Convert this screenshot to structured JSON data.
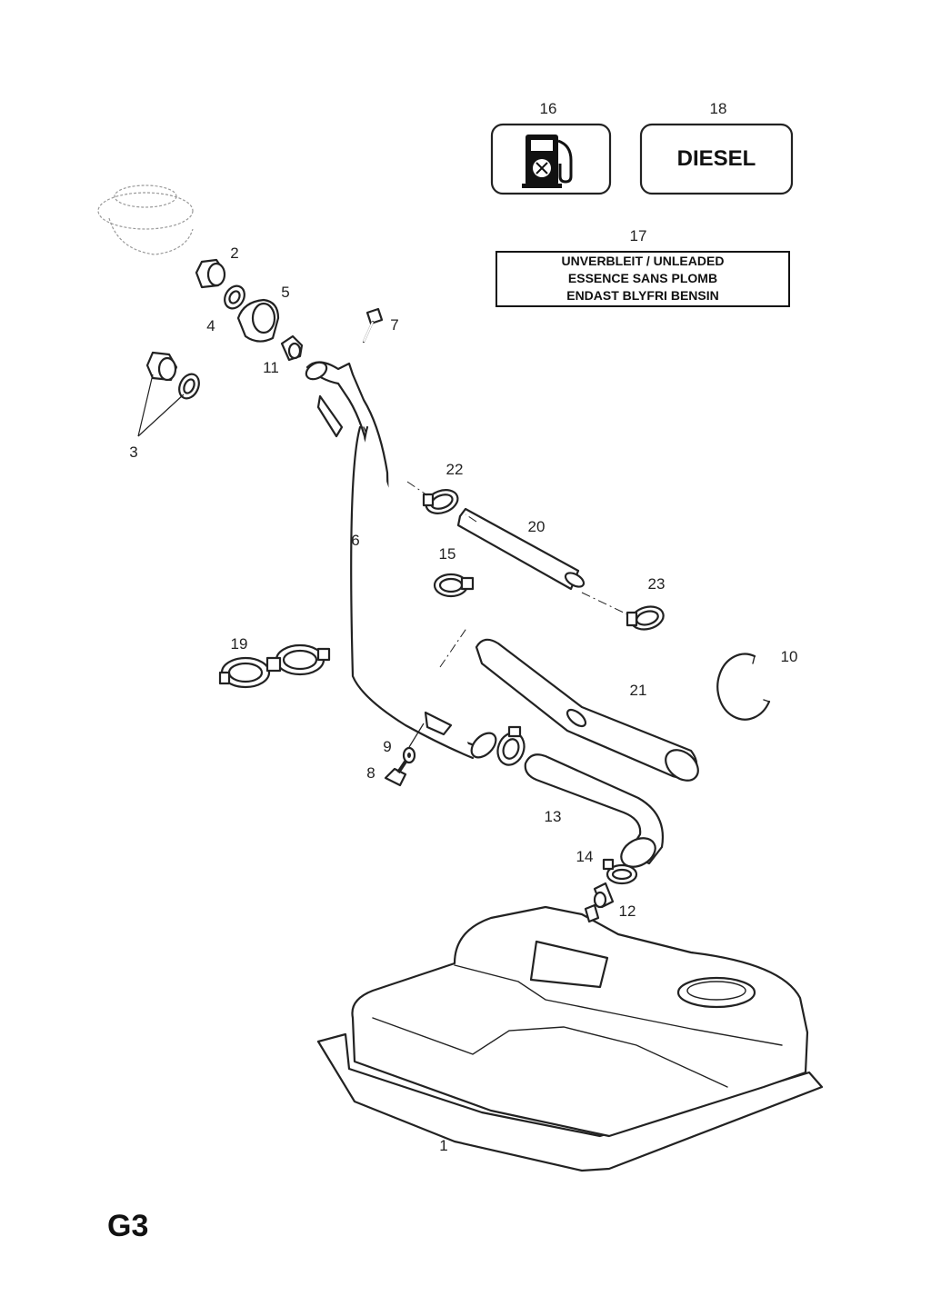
{
  "page_code": "G3",
  "decals": {
    "diesel_label": "DIESEL",
    "unleaded_lines": [
      "UNVERBLEIT / UNLEADED",
      "ESSENCE SANS PLOMB",
      "ENDAST BLYFRI BENSIN"
    ]
  },
  "callouts": {
    "c1": "1",
    "c2": "2",
    "c3": "3",
    "c4": "4",
    "c5": "5",
    "c6": "6",
    "c7": "7",
    "c8": "8",
    "c9": "9",
    "c10": "10",
    "c11": "11",
    "c12": "12",
    "c13": "13",
    "c14": "14",
    "c15": "15",
    "c16": "16",
    "c17": "17",
    "c18": "18",
    "c19": "19",
    "c20": "20",
    "c21": "21",
    "c22": "22",
    "c23": "23"
  },
  "icons": {
    "fuel_pump_decal": "fuel-pump-icon"
  }
}
